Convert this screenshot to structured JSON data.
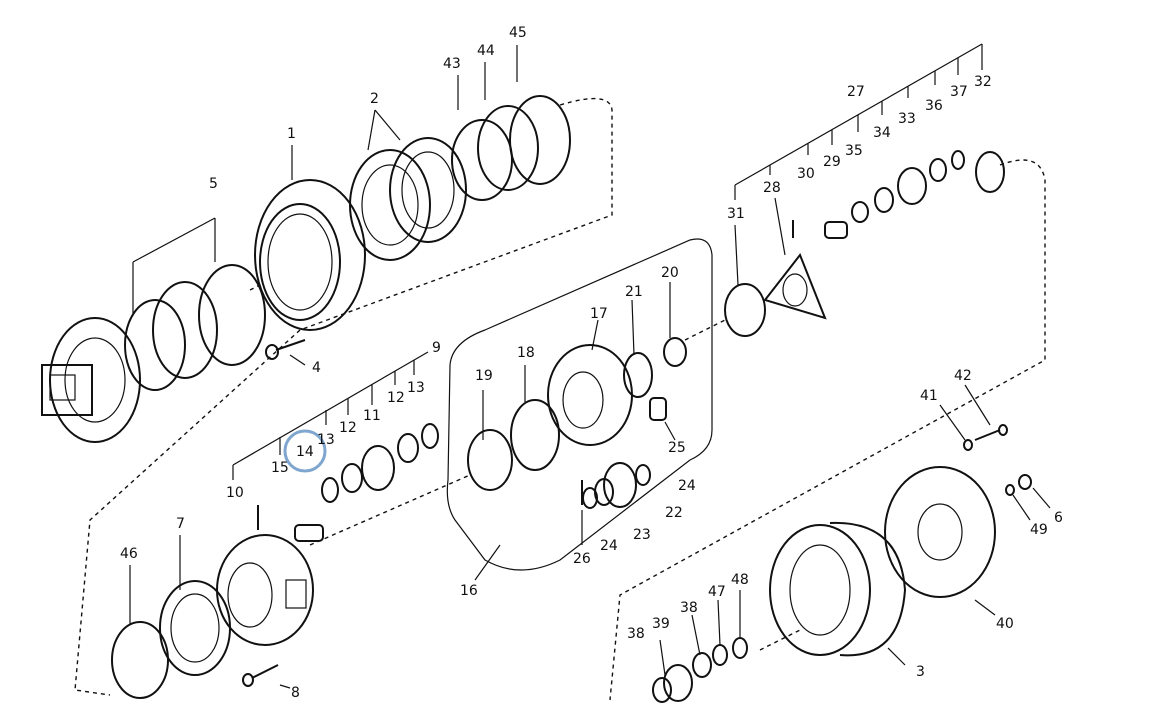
{
  "diagram": {
    "labels": [
      "1",
      "2",
      "3",
      "4",
      "5",
      "6",
      "7",
      "8",
      "9",
      "10",
      "11",
      "12",
      "12",
      "13",
      "13",
      "14",
      "15",
      "16",
      "17",
      "18",
      "19",
      "20",
      "21",
      "22",
      "23",
      "24",
      "24",
      "25",
      "26",
      "27",
      "28",
      "29",
      "30",
      "31",
      "32",
      "33",
      "34",
      "35",
      "36",
      "37",
      "38",
      "38",
      "39",
      "40",
      "41",
      "42",
      "43",
      "44",
      "45",
      "46",
      "47",
      "48",
      "49"
    ],
    "highlighted_label": "14",
    "highlight_color": "#7fa6cf",
    "line_color": "#111111"
  }
}
